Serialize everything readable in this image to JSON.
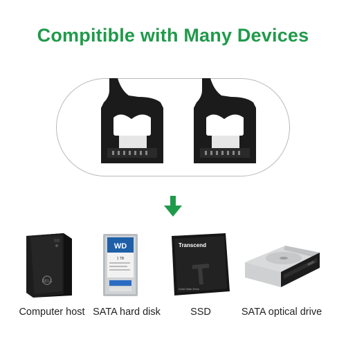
{
  "heading": {
    "text": "Compitible with Many Devices"
  },
  "colors": {
    "accent": "#1f9a4a",
    "connector": "#1b1b1b",
    "outline": "#b9b9b9"
  },
  "arrow": {
    "icon": "arrow-down-icon"
  },
  "devices": [
    {
      "label": "Computer host",
      "icon": "desktop-tower-icon",
      "brand": ""
    },
    {
      "label": "SATA hard disk",
      "icon": "hard-disk-icon",
      "brand": "WD",
      "sticker_text": "1 TB"
    },
    {
      "label": "SSD",
      "icon": "ssd-icon",
      "brand": "Transcend",
      "sticker_text": "Solid State Drive"
    },
    {
      "label": "SATA optical drive",
      "icon": "optical-drive-icon",
      "brand": ""
    }
  ]
}
